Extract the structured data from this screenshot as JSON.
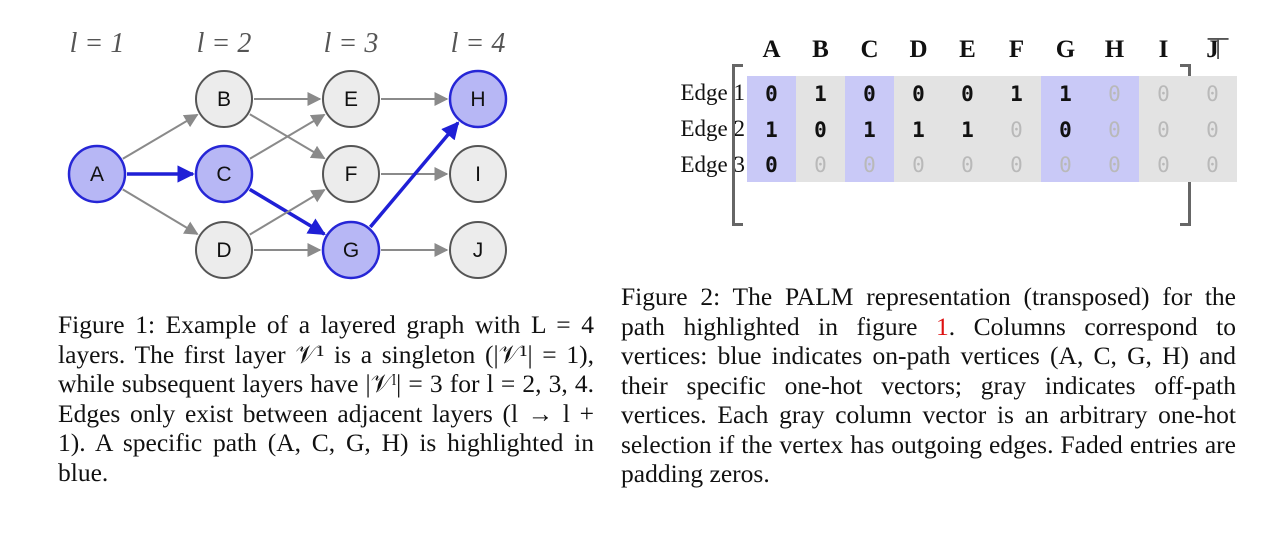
{
  "figure1": {
    "layer_labels": [
      "l = 1",
      "l = 2",
      "l = 3",
      "l = 4"
    ],
    "nodes": [
      {
        "id": "A",
        "highlighted": true
      },
      {
        "id": "B",
        "highlighted": false
      },
      {
        "id": "C",
        "highlighted": true
      },
      {
        "id": "D",
        "highlighted": false
      },
      {
        "id": "E",
        "highlighted": false
      },
      {
        "id": "F",
        "highlighted": false
      },
      {
        "id": "G",
        "highlighted": true
      },
      {
        "id": "H",
        "highlighted": true
      },
      {
        "id": "I",
        "highlighted": false
      },
      {
        "id": "J",
        "highlighted": false
      }
    ],
    "edges": [
      [
        "A",
        "B",
        false
      ],
      [
        "A",
        "C",
        true
      ],
      [
        "A",
        "D",
        false
      ],
      [
        "B",
        "E",
        false
      ],
      [
        "B",
        "F",
        false
      ],
      [
        "C",
        "E",
        false
      ],
      [
        "C",
        "G",
        true
      ],
      [
        "D",
        "F",
        false
      ],
      [
        "D",
        "G",
        false
      ],
      [
        "E",
        "H",
        false
      ],
      [
        "F",
        "I",
        false
      ],
      [
        "G",
        "H",
        true
      ],
      [
        "G",
        "J",
        false
      ]
    ],
    "caption": "Figure 1: Example of a layered graph with L = 4 layers. The first layer 𝒱¹ is a singleton (|𝒱¹| = 1), while subsequent layers have |𝒱ˡ| = 3 for l = 2, 3, 4. Edges only exist between adjacent layers (l → l + 1). A specific path (A, C, G, H) is highlighted in blue."
  },
  "figure2": {
    "columns": [
      "A",
      "B",
      "C",
      "D",
      "E",
      "F",
      "G",
      "H",
      "I",
      "J"
    ],
    "transpose_symbol": "⊤",
    "rows": [
      {
        "label": "Edge 1",
        "values": [
          "0",
          "1",
          "0",
          "0",
          "0",
          "1",
          "1",
          "0",
          "0",
          "0"
        ],
        "faded": [
          false,
          false,
          false,
          false,
          false,
          false,
          false,
          true,
          true,
          true
        ]
      },
      {
        "label": "Edge 2",
        "values": [
          "1",
          "0",
          "1",
          "1",
          "1",
          "0",
          "0",
          "0",
          "0",
          "0"
        ],
        "faded": [
          false,
          false,
          false,
          false,
          false,
          true,
          false,
          true,
          true,
          true
        ]
      },
      {
        "label": "Edge 3",
        "values": [
          "0",
          "0",
          "0",
          "0",
          "0",
          "0",
          "0",
          "0",
          "0",
          "0"
        ],
        "faded": [
          false,
          true,
          true,
          true,
          true,
          true,
          true,
          true,
          true,
          true
        ]
      }
    ],
    "on_path_columns": [
      "A",
      "C",
      "G",
      "H"
    ],
    "colors": {
      "on_path": "#c9c9f7",
      "off_path": "#e3e3e3"
    },
    "caption_before_ref": "Figure 2: The PALM representation (transposed) for the path highlighted in figure ",
    "caption_ref": "1",
    "caption_after_ref": ". Columns correspond to vertices: blue indicates on-path vertices (A, C, G, H) and their specific one-hot vectors; gray indicates off-path vertices. Each gray column vector is an arbitrary one-hot selection if the vertex has outgoing edges. Faded entries are padding zeros."
  }
}
